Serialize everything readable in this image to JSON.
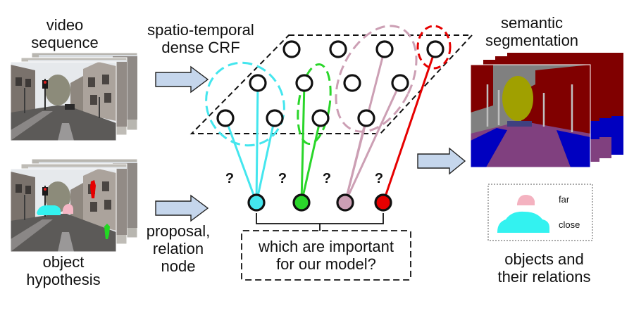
{
  "labels": {
    "video_sequence": [
      "video",
      "sequence"
    ],
    "object_hypothesis": [
      "object",
      "hypothesis"
    ],
    "crf": [
      "spatio-temporal",
      "dense CRF"
    ],
    "proposal": [
      "proposal,",
      "relation",
      "node"
    ],
    "question_box": [
      "which are important",
      "for our model?"
    ],
    "semantic": [
      "semantic",
      "segmentation"
    ],
    "relations": [
      "objects and",
      "their relations"
    ],
    "legend_far": "far",
    "legend_close": "close",
    "question_mark": "?"
  },
  "colors": {
    "cyan": "#44e6ee",
    "green": "#2ad62a",
    "mauve": "#cc9fb4",
    "red": "#e60000",
    "arrow_fill": "#c5d6ec",
    "seg_sky": "#808080",
    "seg_building": "#800000",
    "seg_road": "#80407f",
    "seg_pavement": "#0000c0",
    "seg_tree": "#a0a000",
    "legend_pink": "#f4b2c0",
    "legend_cyan": "#33f2f0"
  },
  "icons": [
    "right-arrow-icon"
  ]
}
